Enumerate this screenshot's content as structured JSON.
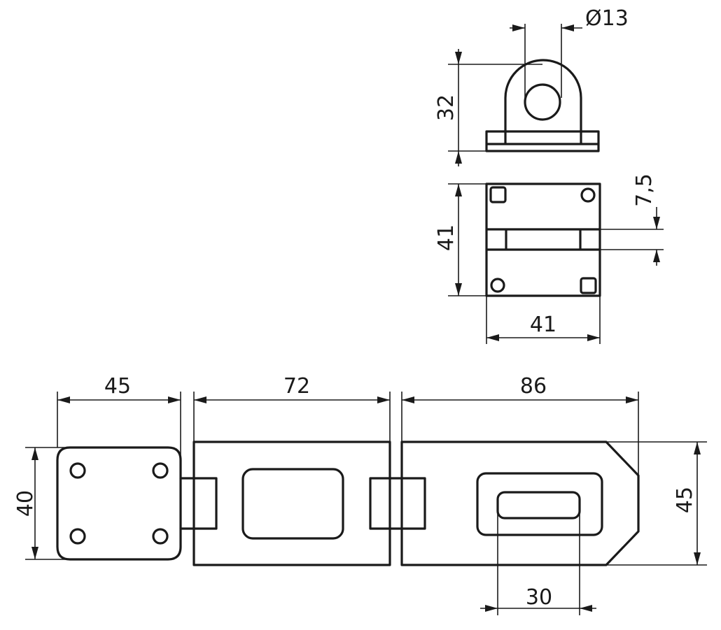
{
  "dimensions": {
    "eye_diameter": "Ø13",
    "eye_height": "32",
    "staple_plate_height": "41",
    "staple_slot_width": "7,5",
    "staple_plate_width": "41",
    "left_plate_width": "45",
    "middle_link_length": "72",
    "hasp_length": "86",
    "left_plate_height": "40",
    "hasp_height": "45",
    "slot_length": "30"
  }
}
